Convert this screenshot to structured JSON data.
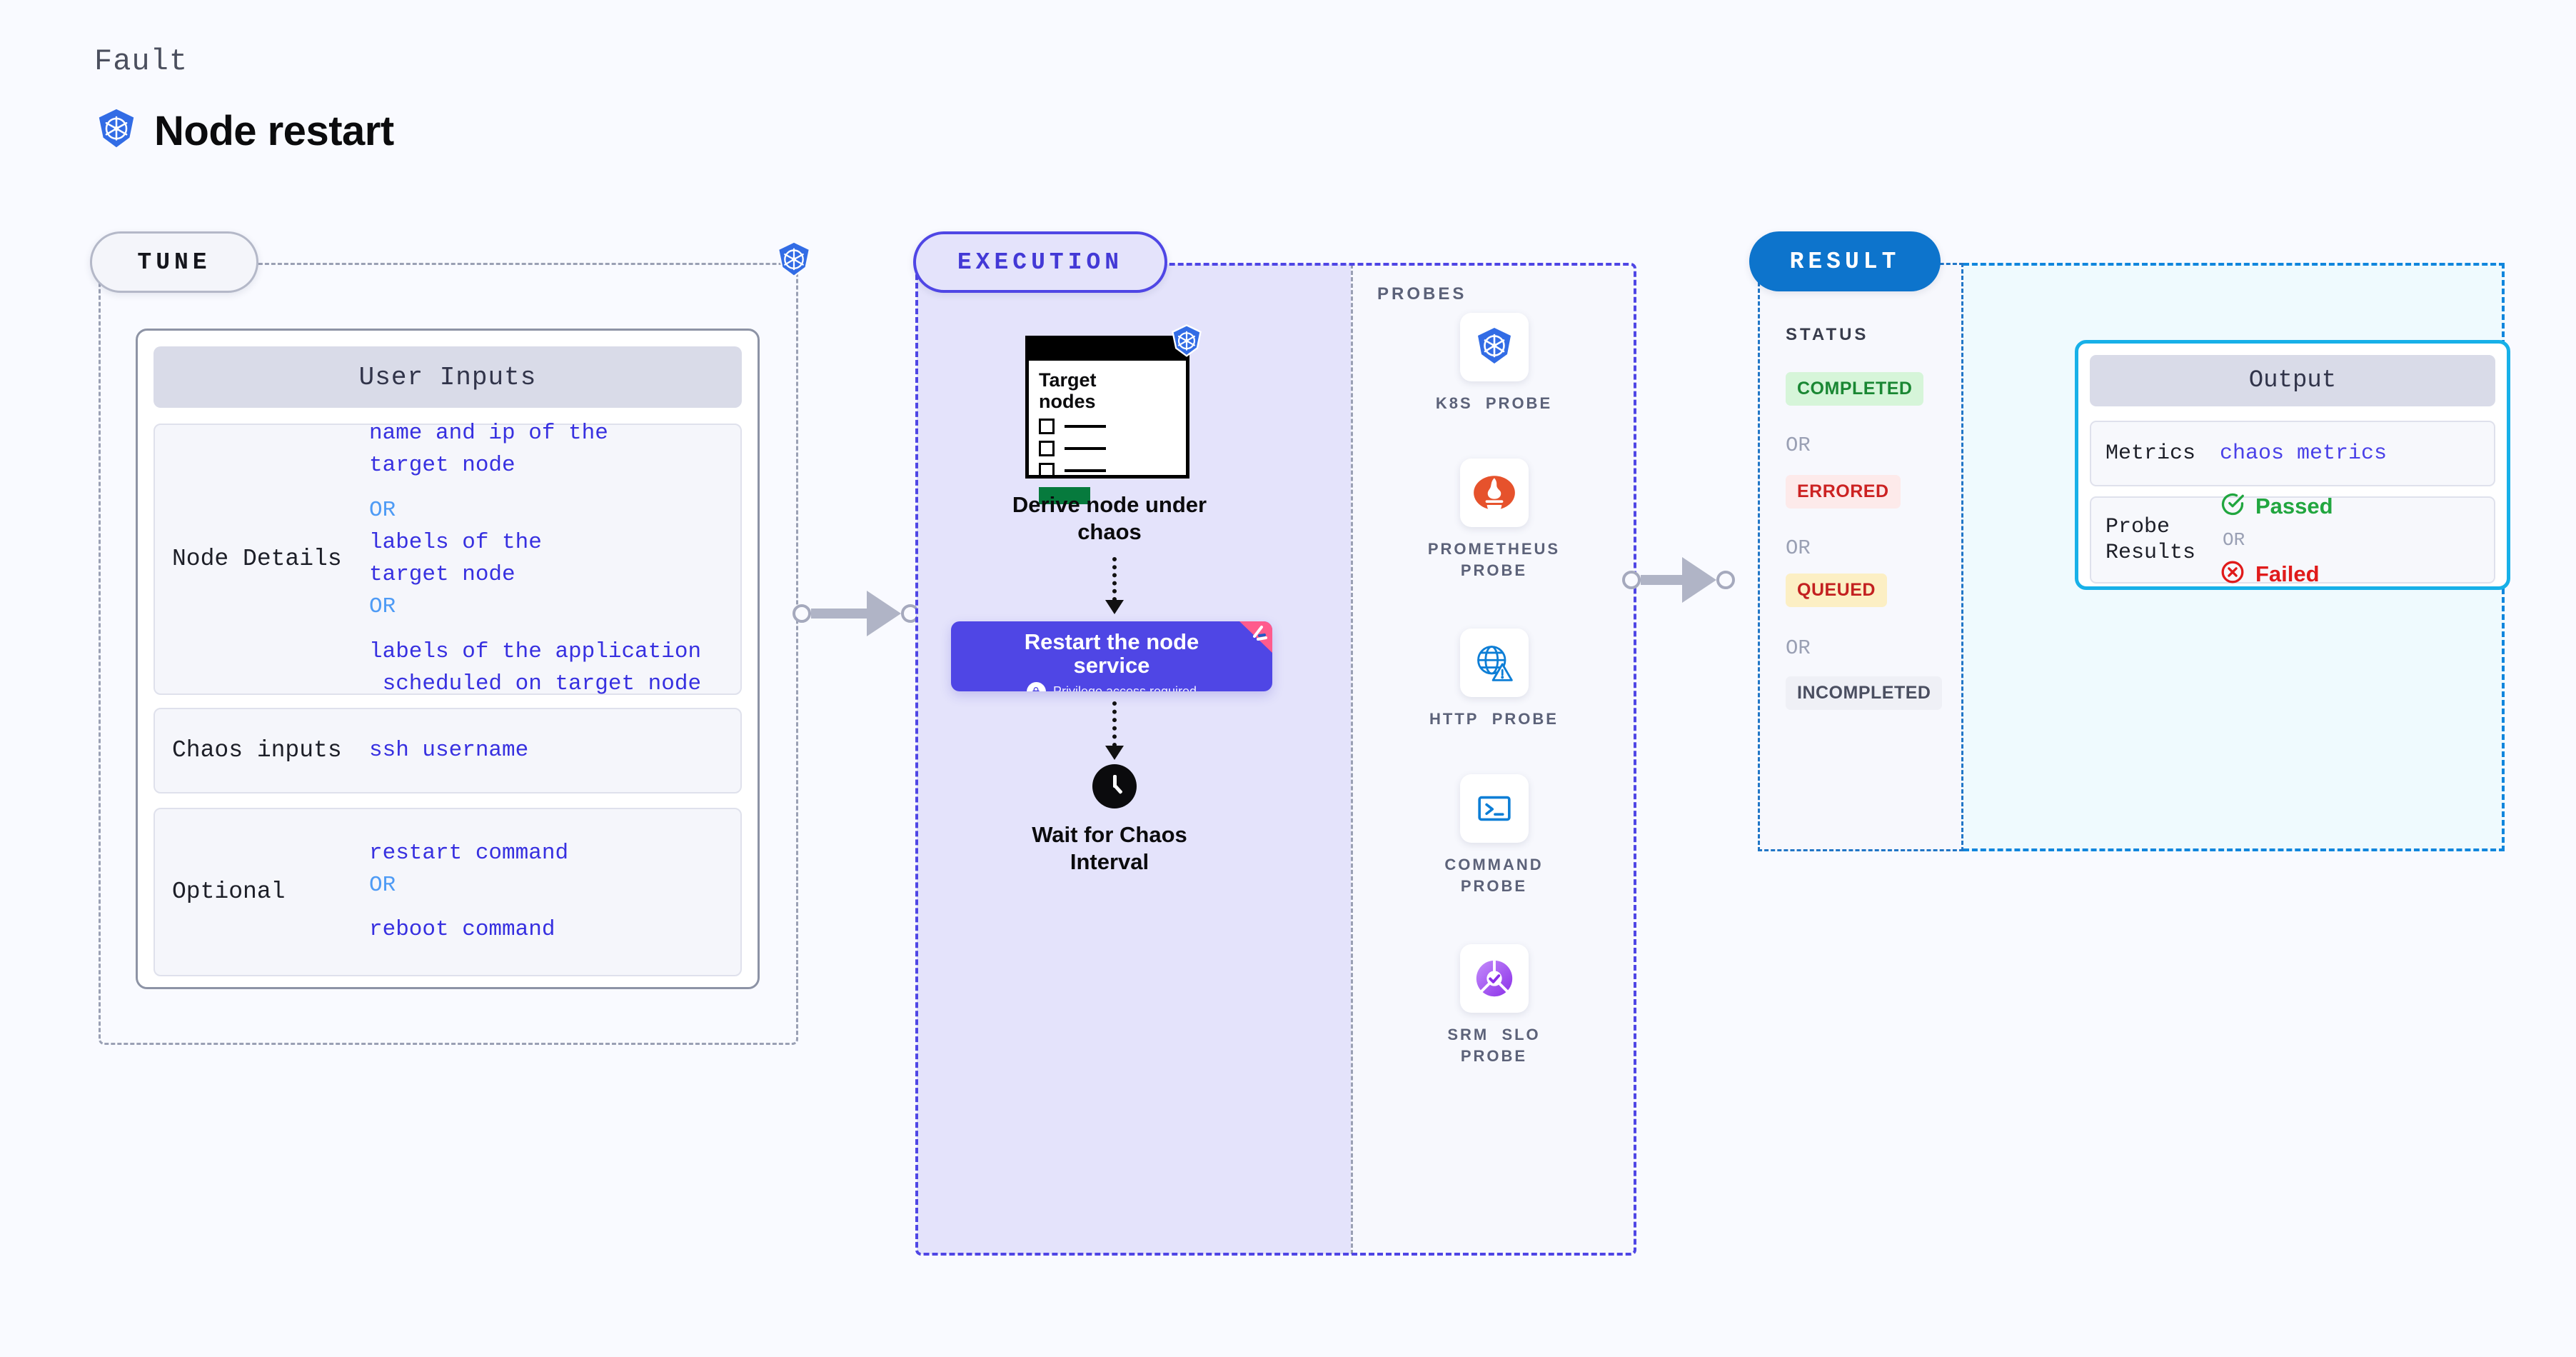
{
  "header": {
    "fault_label": "Fault",
    "title": "Node restart",
    "icon": "kubernetes-icon"
  },
  "tune": {
    "pill_label": "TUNE",
    "corner_icon": "kubernetes-icon",
    "card_title": "User Inputs",
    "rows": [
      {
        "label": "Node Details",
        "values": [
          "name and ip of the\ntarget node",
          "OR",
          "labels of the\ntarget node",
          "OR",
          "",
          "labels of the application\n scheduled on target node"
        ]
      },
      {
        "label": "Chaos inputs",
        "values": [
          "ssh username"
        ]
      },
      {
        "label": "Optional",
        "values": [
          "restart command",
          "OR",
          "",
          "reboot command"
        ]
      }
    ]
  },
  "execution": {
    "pill_label": "EXECUTION",
    "target_card": {
      "title": "Target\nnodes",
      "badge_icon": "kubernetes-icon",
      "checkbox_rows": 3
    },
    "steps": [
      {
        "caption": "Derive node under\nchaos"
      },
      {
        "caption": "Wait for Chaos\nInterval",
        "icon": "clock-icon"
      }
    ],
    "restart_box": {
      "title": "Restart the node\nservice",
      "subtitle": "Privilege access required",
      "lock_icon": "lock-icon",
      "ribbon_icon": "harness-ribbon-icon",
      "color": "#4f46e5"
    },
    "probes_title": "PROBES",
    "probes": [
      {
        "label": "K8S  PROBE",
        "icon": "kubernetes-icon"
      },
      {
        "label": "PROMETHEUS\nPROBE",
        "icon": "prometheus-icon"
      },
      {
        "label": "HTTP  PROBE",
        "icon": "http-globe-warning-icon"
      },
      {
        "label": "COMMAND\nPROBE",
        "icon": "terminal-icon"
      },
      {
        "label": "SRM  SLO\nPROBE",
        "icon": "srm-slo-donut-icon"
      }
    ]
  },
  "result": {
    "pill_label": "RESULT",
    "status_title": "STATUS",
    "statuses": [
      {
        "label": "COMPLETED",
        "bg": "#d6f5d9",
        "fg": "#1a8733"
      },
      {
        "label": "ERRORED",
        "bg": "#fdeaea",
        "fg": "#cc2222"
      },
      {
        "label": "QUEUED",
        "bg": "#fcefc4",
        "fg": "#c32020"
      },
      {
        "label": "INCOMPLETED",
        "bg": "#eff0f6",
        "fg": "#4a4e60"
      }
    ],
    "or_label": "OR",
    "output": {
      "title": "Output",
      "metrics_label": "Metrics",
      "metrics_value": "chaos metrics",
      "probe_results_label": "Probe\nResults",
      "passed_label": "Passed",
      "failed_label": "Failed",
      "or_label": "OR"
    }
  }
}
